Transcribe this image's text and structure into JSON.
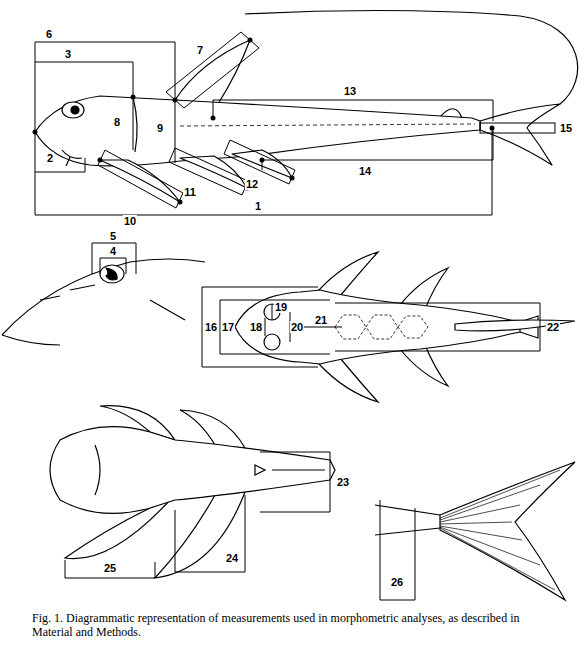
{
  "diagram": {
    "caption": "Fig. 1. Diagrammatic representation of measurements used in morphometric analyses, as described in Material and Methods.",
    "labels": [
      "1",
      "2",
      "3",
      "4",
      "5",
      "6",
      "7",
      "8",
      "9",
      "10",
      "11",
      "12",
      "13",
      "14",
      "15",
      "16",
      "17",
      "18",
      "19",
      "20",
      "21",
      "22",
      "23",
      "24",
      "25",
      "26"
    ]
  }
}
